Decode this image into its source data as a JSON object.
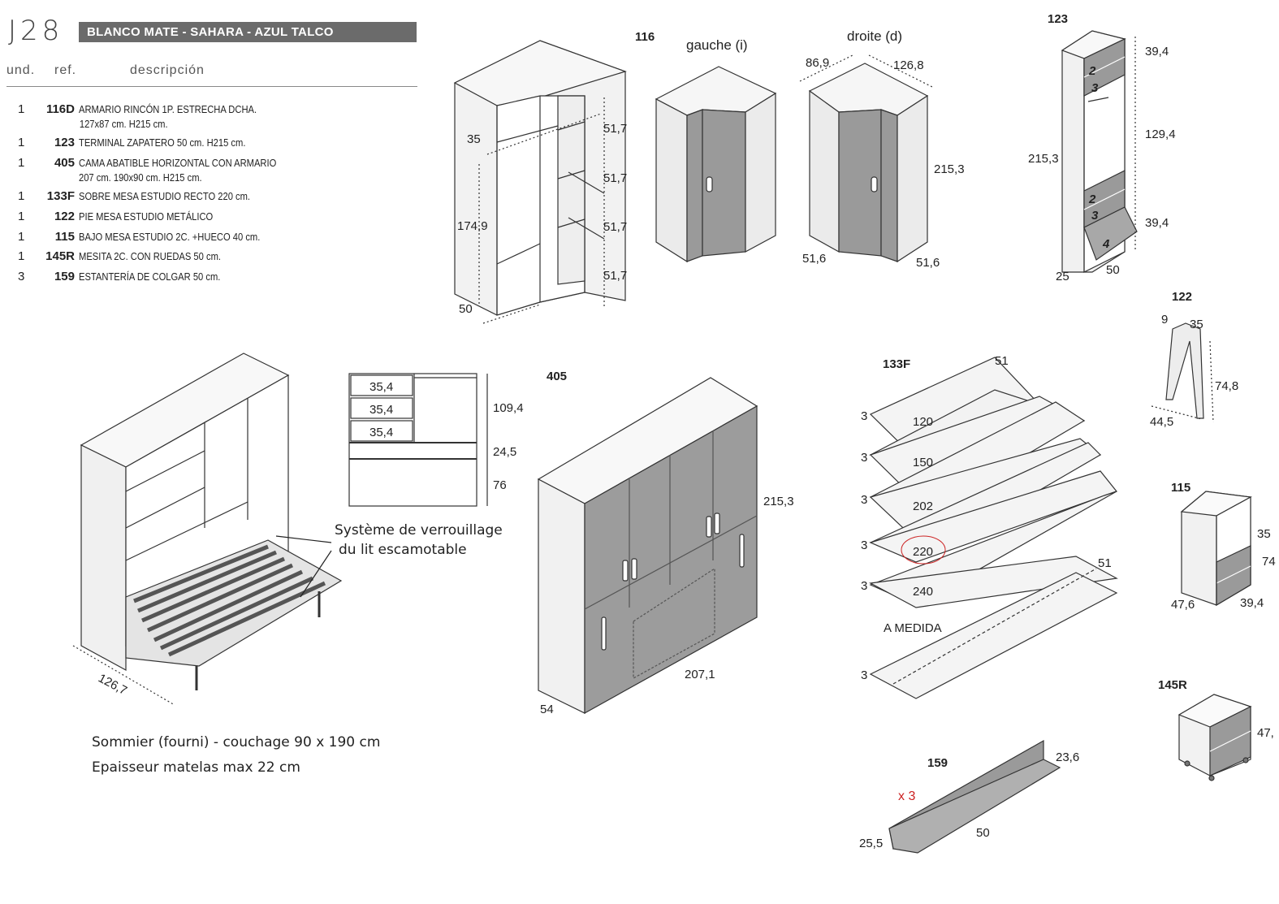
{
  "header": {
    "code": "J28",
    "title": "BLANCO MATE - SAHARA - AZUL TALCO",
    "col_und": "und.",
    "col_ref": "ref.",
    "col_desc": "descripción"
  },
  "items": [
    {
      "qty": "1",
      "ref": "116D",
      "desc": "ARMARIO RINCÓN 1P. ESTRECHA DCHA.",
      "desc2": "127x87 cm. H215 cm."
    },
    {
      "qty": "1",
      "ref": "123",
      "desc": "TERMINAL ZAPATERO 50 cm. H215 cm.",
      "desc2": ""
    },
    {
      "qty": "1",
      "ref": "405",
      "desc": "CAMA ABATIBLE HORIZONTAL CON ARMARIO",
      "desc2": "207 cm. 190x90 cm. H215 cm."
    },
    {
      "qty": "1",
      "ref": "133F",
      "desc": "SOBRE MESA ESTUDIO RECTO 220 cm.",
      "desc2": ""
    },
    {
      "qty": "1",
      "ref": "122",
      "desc": "PIE MESA ESTUDIO METÁLICO",
      "desc2": ""
    },
    {
      "qty": "1",
      "ref": "115",
      "desc": "BAJO MESA ESTUDIO 2C. +HUECO 40 cm.",
      "desc2": ""
    },
    {
      "qty": "1",
      "ref": "145R",
      "desc": "MESITA 2C. CON RUEDAS 50 cm.",
      "desc2": ""
    },
    {
      "qty": "3",
      "ref": "159",
      "desc": "ESTANTERÍA DE COLGAR 50 cm.",
      "desc2": ""
    }
  ],
  "wardrobe_116": {
    "ref": "116",
    "dims": {
      "top": "35",
      "height": "174,9",
      "base": "50",
      "shelf1": "51,7",
      "shelf2": "51,7",
      "shelf3": "51,7",
      "shelf4": "51,7"
    }
  },
  "variants": {
    "left_label": "gauche (i)",
    "right_label": "droite (d)",
    "w1": "86,9",
    "w2": "126,8",
    "height": "215,3",
    "depth_left": "51,6",
    "depth_right": "51,6"
  },
  "terminal_123": {
    "ref": "123",
    "dims": {
      "top": "39,4",
      "middle": "129,4",
      "height": "215,3",
      "bottom": "39,4",
      "depth": "25",
      "width": "50"
    },
    "drawer_nums": [
      "2",
      "3",
      "2",
      "3",
      "4"
    ]
  },
  "leg_122": {
    "ref": "122",
    "d1": "9",
    "d2": "35",
    "height": "74,8",
    "width": "44,5"
  },
  "shelves_133F": {
    "ref": "133F",
    "depth": "51",
    "thickness": "3",
    "lengths": [
      "120",
      "150",
      "202",
      "220",
      "240"
    ],
    "custom_label": "A MEDIDA",
    "custom_depth": "51",
    "custom_thickness": "3"
  },
  "unit_115": {
    "ref": "115",
    "top": "35",
    "height": "74",
    "depth": "47,6",
    "width": "39,4"
  },
  "nightstand_145R": {
    "ref": "145R",
    "height": "47,"
  },
  "shelf_159": {
    "ref": "159",
    "qty_note": "x 3",
    "height": "23,6",
    "length": "50",
    "depth": "25,5"
  },
  "bed_405": {
    "ref": "405",
    "height": "215,3",
    "width": "207,1",
    "depth": "54",
    "depth_open": "126,7",
    "section_dims": [
      "35,4",
      "35,4",
      "35,4"
    ],
    "section_heights": [
      "109,4",
      "24,5",
      "76"
    ],
    "lock_note_1": "Système de verrouillage",
    "lock_note_2": "du lit escamotable",
    "mattress_note_1": "Sommier (fourni) - couchage 90 x 190 cm",
    "mattress_note_2": "Epaisseur matelas max 22 cm"
  },
  "colors": {
    "panel_grey": "#9a9a9a",
    "light_panel": "#e9e9e9",
    "line": "#333333",
    "header_bar": "#6b6b6b",
    "highlight_circle": "#cc2222"
  }
}
